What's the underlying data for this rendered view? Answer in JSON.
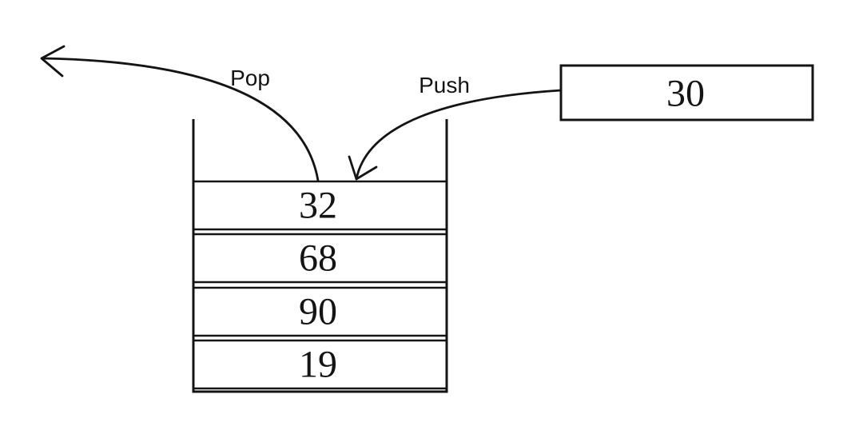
{
  "diagram": {
    "labels": {
      "pop": "Pop",
      "push": "Push"
    },
    "incoming_box": {
      "value": "30"
    },
    "stack": {
      "items": [
        "32",
        "68",
        "90",
        "19"
      ]
    },
    "colors": {
      "line": "#141414",
      "background": "#ffffff"
    }
  }
}
